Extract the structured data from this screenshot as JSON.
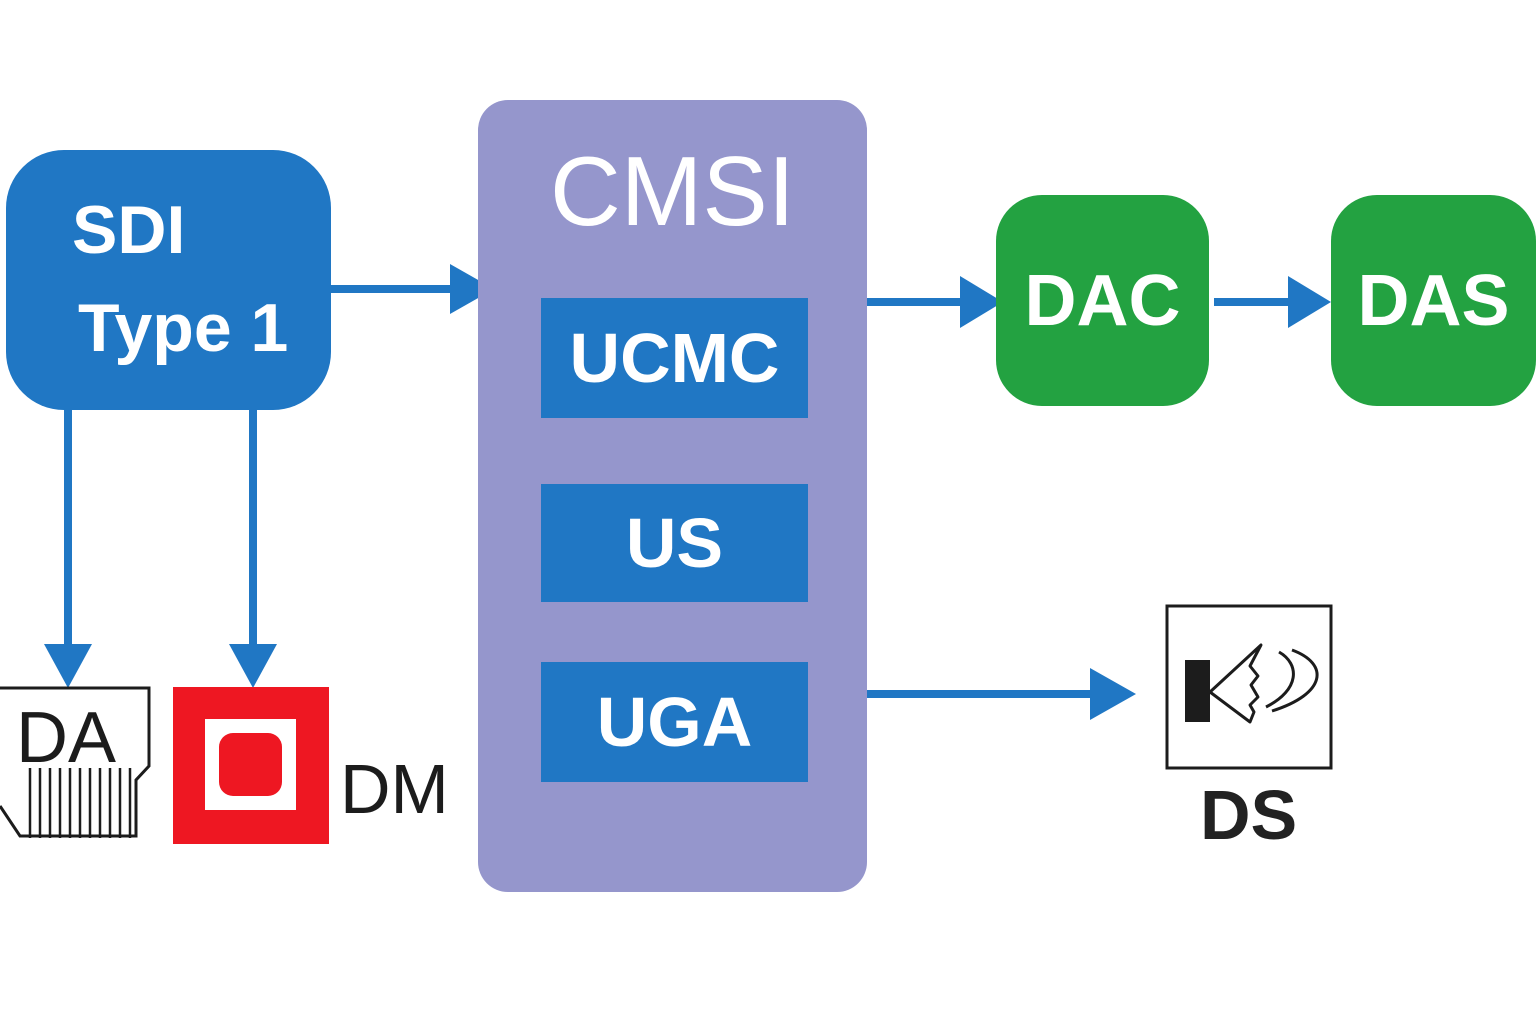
{
  "colors": {
    "primary_blue": "#2077c4",
    "cmsi_purple": "#9596cc",
    "green": "#23a241",
    "dm_red": "#ee1722",
    "text_dark": "#1c1c1c"
  },
  "source": {
    "line1": "SDI",
    "line2": "Type 1"
  },
  "cmsi": {
    "title": "CMSI",
    "modules": [
      "UCMC",
      "US",
      "UGA"
    ]
  },
  "outputs": {
    "dac": "DAC",
    "das": "DAS"
  },
  "peripherals": {
    "da": {
      "label": "DA",
      "icon": "da-card-icon"
    },
    "dm": {
      "label": "DM",
      "icon": "dm-square-icon"
    },
    "ds": {
      "label": "DS",
      "icon": "speaker-icon"
    }
  }
}
